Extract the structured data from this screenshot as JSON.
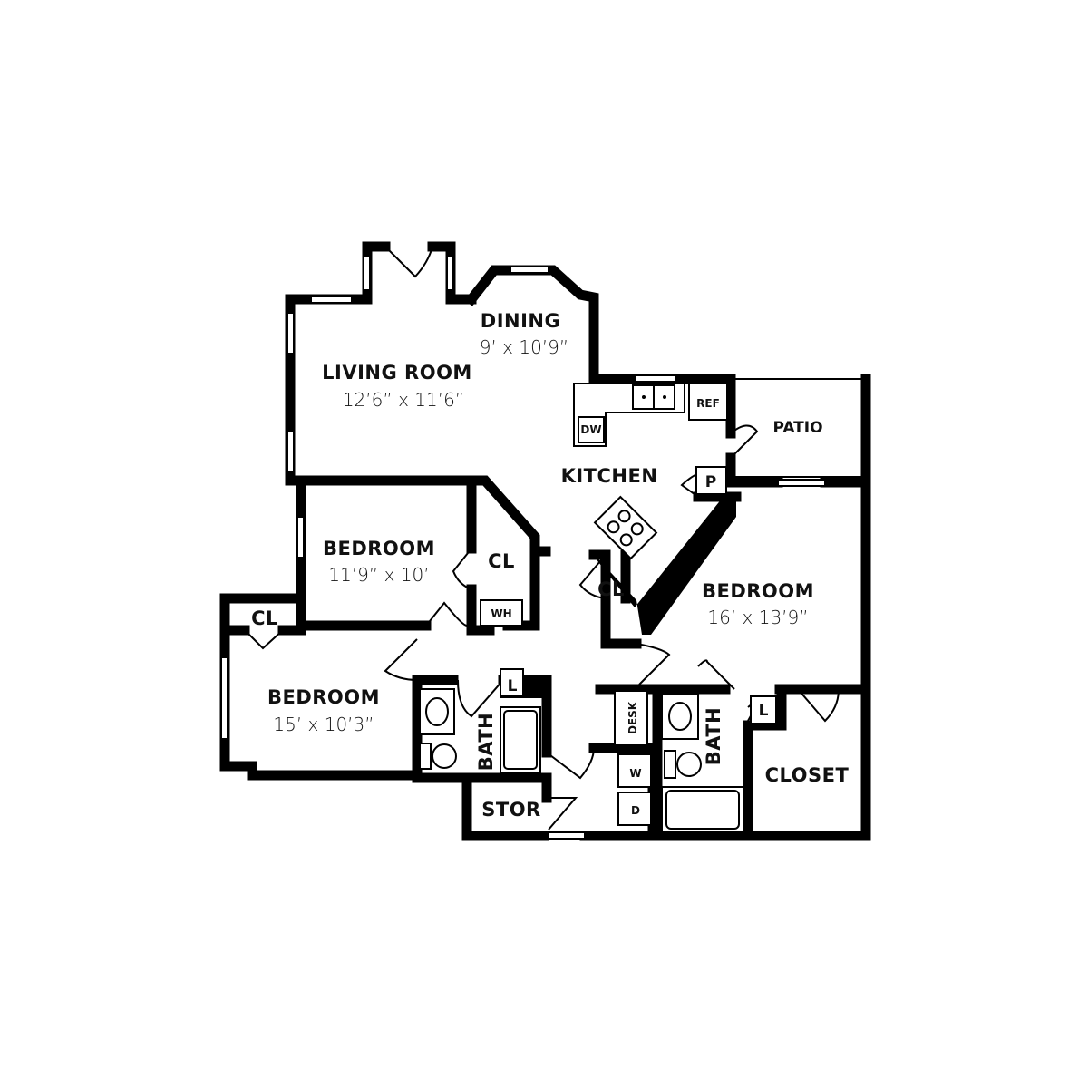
{
  "floorplan": {
    "rooms": {
      "dining": {
        "name": "DINING",
        "size": "9’ x 10’9”"
      },
      "living": {
        "name": "LIVING ROOM",
        "size": "12’6” x 11’6”"
      },
      "kitchen": {
        "name": "KITCHEN"
      },
      "patio": {
        "name": "PATIO"
      },
      "bedroom_small": {
        "name": "BEDROOM",
        "size": "11’9” x 10’"
      },
      "bedroom_left": {
        "name": "BEDROOM",
        "size": "15’ x 10’3”"
      },
      "bedroom_master": {
        "name": "BEDROOM",
        "size": "16’ x 13’9”"
      },
      "bath_left": {
        "name": "BATH"
      },
      "bath_right": {
        "name": "BATH"
      },
      "closet_master": {
        "name": "CLOSET"
      },
      "storage": {
        "name": "STOR"
      }
    },
    "fixtures": {
      "refrigerator": "REF",
      "dishwasher": "DW",
      "pantry": "P",
      "water_heater": "WH",
      "closet_small": "CL",
      "closet_left": "CL",
      "closet_hall": "CL",
      "linen_left": "L",
      "linen_right": "L",
      "desk": "DESK",
      "washer": "W",
      "dryer": "D"
    }
  }
}
